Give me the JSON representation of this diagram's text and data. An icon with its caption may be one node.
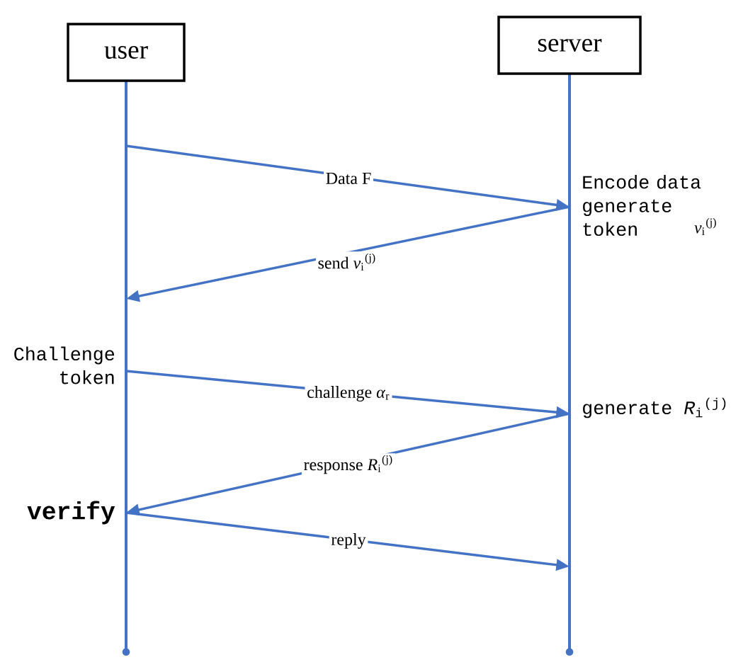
{
  "diagram": {
    "nodes": [
      {
        "text": [
          "user"
        ]
      },
      {
        "text": [
          "server"
        ]
      }
    ],
    "edges": [
      {
        "from": 0,
        "to": 1,
        "arrow": "to",
        "label": "Data F"
      },
      {
        "from": 1,
        "to": 0,
        "arrow": "to",
        "label": "send *v*$_{i}$$^{(j)}$"
      },
      {
        "from": 0,
        "to": 1,
        "arrow": "to",
        "label": "challenge *α*$_{r}$"
      },
      {
        "from": 1,
        "to": 0,
        "arrow": "to",
        "label": "response *R*$_{i}$$^{(j)}$"
      },
      {
        "from": 0,
        "to": 1,
        "arrow": "to",
        "label": "reply"
      }
    ],
    "labels": [
      "Encode data generate token",
      "*v*$_{i}$$^{(j)}$",
      "Challenge token",
      "generate *R*$_{i}$$^{(j)}$",
      "verify"
    ]
  }
}
